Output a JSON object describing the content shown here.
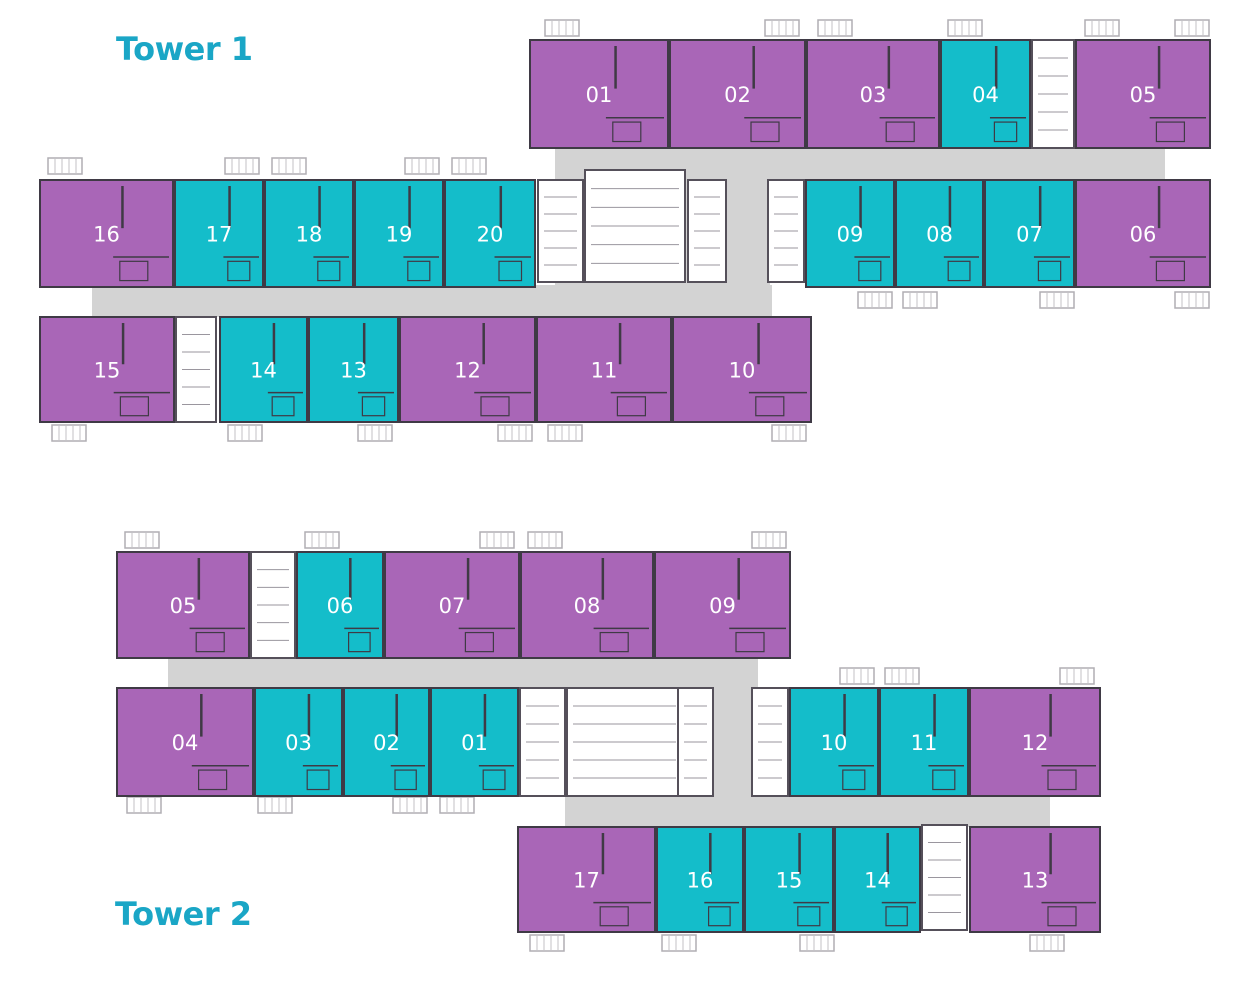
{
  "colors": {
    "studio": "#a966b7",
    "one_bed": "#14bdca",
    "corridor": "#d3d3d3",
    "wall": "#3f3a45",
    "title": "#1aa6c6"
  },
  "tower1": {
    "title": "Tower 1",
    "units": [
      {
        "label": "01",
        "type": "studio"
      },
      {
        "label": "02",
        "type": "studio"
      },
      {
        "label": "03",
        "type": "studio"
      },
      {
        "label": "04",
        "type": "one_bed"
      },
      {
        "label": "05",
        "type": "studio"
      },
      {
        "label": "06",
        "type": "studio"
      },
      {
        "label": "07",
        "type": "one_bed"
      },
      {
        "label": "08",
        "type": "one_bed"
      },
      {
        "label": "09",
        "type": "one_bed"
      },
      {
        "label": "10",
        "type": "studio"
      },
      {
        "label": "11",
        "type": "studio"
      },
      {
        "label": "12",
        "type": "studio"
      },
      {
        "label": "13",
        "type": "one_bed"
      },
      {
        "label": "14",
        "type": "one_bed"
      },
      {
        "label": "15",
        "type": "studio"
      },
      {
        "label": "16",
        "type": "studio"
      },
      {
        "label": "17",
        "type": "one_bed"
      },
      {
        "label": "18",
        "type": "one_bed"
      },
      {
        "label": "19",
        "type": "one_bed"
      },
      {
        "label": "20",
        "type": "one_bed"
      }
    ]
  },
  "tower2": {
    "title": "Tower 2",
    "units": [
      {
        "label": "01",
        "type": "one_bed"
      },
      {
        "label": "02",
        "type": "one_bed"
      },
      {
        "label": "03",
        "type": "one_bed"
      },
      {
        "label": "04",
        "type": "studio"
      },
      {
        "label": "05",
        "type": "studio"
      },
      {
        "label": "06",
        "type": "one_bed"
      },
      {
        "label": "07",
        "type": "studio"
      },
      {
        "label": "08",
        "type": "studio"
      },
      {
        "label": "09",
        "type": "studio"
      },
      {
        "label": "10",
        "type": "one_bed"
      },
      {
        "label": "11",
        "type": "one_bed"
      },
      {
        "label": "12",
        "type": "studio"
      },
      {
        "label": "13",
        "type": "studio"
      },
      {
        "label": "14",
        "type": "one_bed"
      },
      {
        "label": "15",
        "type": "one_bed"
      },
      {
        "label": "16",
        "type": "one_bed"
      },
      {
        "label": "17",
        "type": "studio"
      }
    ]
  }
}
